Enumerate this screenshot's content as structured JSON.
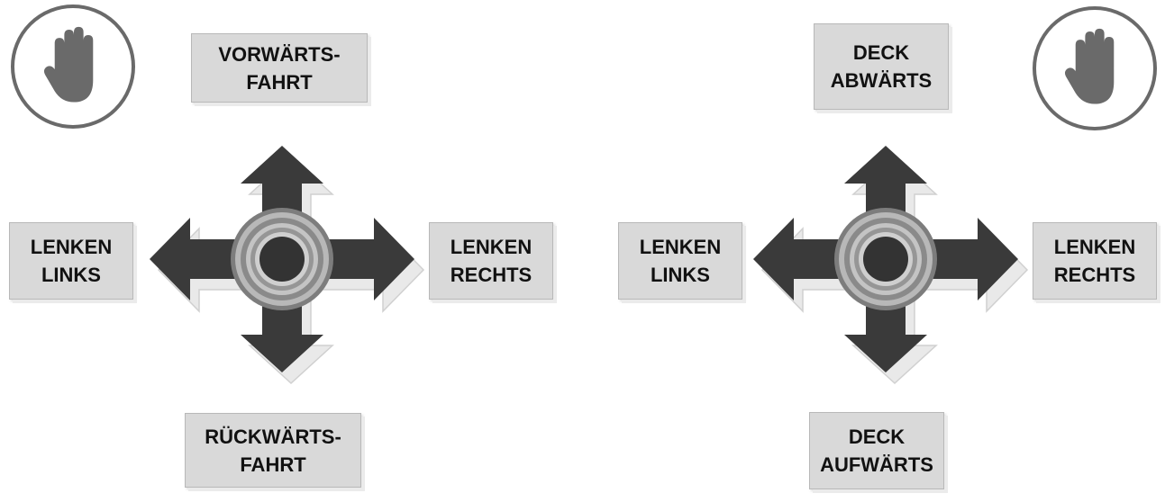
{
  "left_panel": {
    "up": "VORWÄRTS-\nFAHRT",
    "down": "RÜCKWÄRTS-\nFAHRT",
    "left": "LENKEN\nLINKS",
    "right": "LENKEN\nRECHTS",
    "stop_icon": "hand-stop-icon"
  },
  "right_panel": {
    "up": "DECK\nABWÄRTS",
    "down": "DECK\nAUFWÄRTS",
    "left": "LENKEN\nLINKS",
    "right": "LENKEN\nRECHTS",
    "stop_icon": "hand-stop-icon"
  },
  "colors": {
    "arrow_fill": "#3a3a3a",
    "label_bg": "#d9d9d9",
    "icon_fill": "#6a6a6a"
  }
}
